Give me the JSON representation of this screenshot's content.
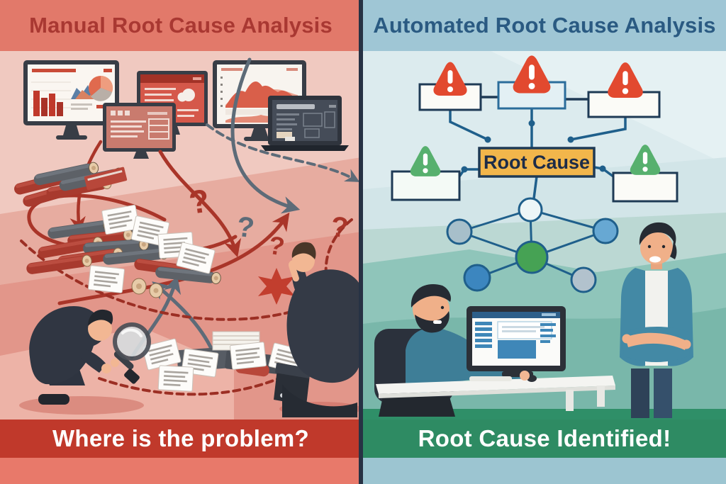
{
  "meta": {
    "alt": "Side-by-side illustration comparing manual root cause analysis (chaotic search) with automated root cause analysis (clear dependency tree)"
  },
  "divider_color": "#273244",
  "left": {
    "title": "Manual Root Cause Analysis",
    "caption": "Where is the problem?",
    "glyphs": {
      "question_mark": "?"
    },
    "colors": {
      "header_bg": "#E2796A",
      "title_text": "#A93832",
      "body_bg": "#EFC6BC",
      "caption_bg": "#C0392B",
      "caption_text": "#FFFFFF",
      "footer_bg": "#E8796A",
      "arrow_red": "#A93529",
      "arrow_slate": "#5D6B78",
      "log_red": "#A83A2E",
      "log_gray": "#5D6167",
      "monitor_frame": "#383D46",
      "alert_screen": "#D5584A"
    }
  },
  "right": {
    "title": "Automated Root Cause Analysis",
    "caption": "Root Cause Identified!",
    "diagram": {
      "root_label": "Root Cause",
      "root_box_fill": "#F2B64B",
      "alert_red": "#E2492F",
      "alert_green": "#57B06E",
      "line_color": "#1F5F8B",
      "node_fills": [
        "#EDF6F7",
        "#A7BFCA",
        "#67A8D3",
        "#46A254",
        "#3C86BF",
        "#B2C2CD"
      ]
    },
    "colors": {
      "header_bg": "#9FC6D5",
      "title_text": "#2A5A82",
      "body_bg": "#DCEBEE",
      "caption_bg": "#2E8B63",
      "caption_text": "#FFFFFF",
      "footer_bg": "#9CC5D1",
      "teal_mid": "#8FC5BA",
      "teal_dark": "#79B7AA"
    }
  }
}
